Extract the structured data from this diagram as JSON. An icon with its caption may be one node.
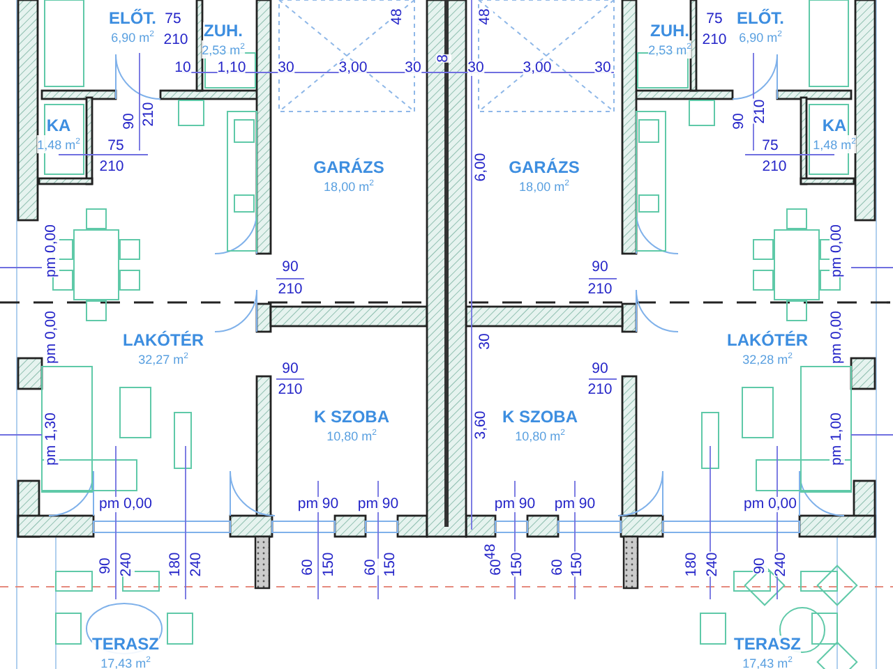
{
  "diagram": {
    "nodes": [
      {
        "text": [
          "ELŐT.",
          "6,90 m$^{2}$"
        ]
      },
      {
        "text": [
          "ZUH.",
          "2,53 m$^{2}$"
        ]
      },
      {
        "text": [
          "ZUH.",
          "2,53 m$^{2}$"
        ]
      },
      {
        "text": [
          "ELŐT.",
          "6,90 m$^{2}$"
        ]
      },
      {
        "text": [
          "KA",
          "1,48 m$^{2}$"
        ]
      },
      {
        "text": [
          "KA",
          "1,48 m$^{2}$"
        ]
      },
      {
        "text": [
          "GARÁZS",
          "18,00 m$^{2}$"
        ]
      },
      {
        "text": [
          "GARÁZS",
          "18,00 m$^{2}$"
        ]
      },
      {
        "text": [
          "LAKÓTÉR",
          "32,27 m$^{2}$"
        ]
      },
      {
        "text": [
          "LAKÓTÉR",
          "32,28 m$^{2}$"
        ]
      },
      {
        "text": [
          "K SZOBA",
          "10,80 m$^{2}$"
        ]
      },
      {
        "text": [
          "K SZOBA",
          "10,80 m$^{2}$"
        ]
      },
      {
        "text": [
          "TERASZ",
          "17,43 m$^{2}$"
        ]
      },
      {
        "text": [
          "TERASZ",
          "17,43 m$^{2}$"
        ]
      }
    ],
    "labels": [
      "48",
      "48",
      "75",
      "75",
      "210",
      "210",
      "10",
      "1,10",
      "30",
      "3,00",
      "30",
      "8",
      "30",
      "3,00",
      "30",
      "90",
      "210",
      "90",
      "210",
      "75",
      "75",
      "210",
      "210",
      "6,00",
      "pm 0,00",
      "pm 0,00",
      "90",
      "90",
      "210",
      "210",
      "pm 0,00",
      "30",
      "pm 0,00",
      "90",
      "90",
      "210",
      "210",
      "3,60",
      "pm 1,30",
      "pm 1,00",
      "pm 0,00",
      "pm 90",
      "pm 90",
      "pm 90",
      "pm 90",
      "pm 0,00",
      "48",
      "90",
      "240",
      "180",
      "240",
      "60",
      "150",
      "60",
      "150",
      "60",
      "150",
      "60",
      "150",
      "180",
      "240",
      "90",
      "240"
    ]
  }
}
